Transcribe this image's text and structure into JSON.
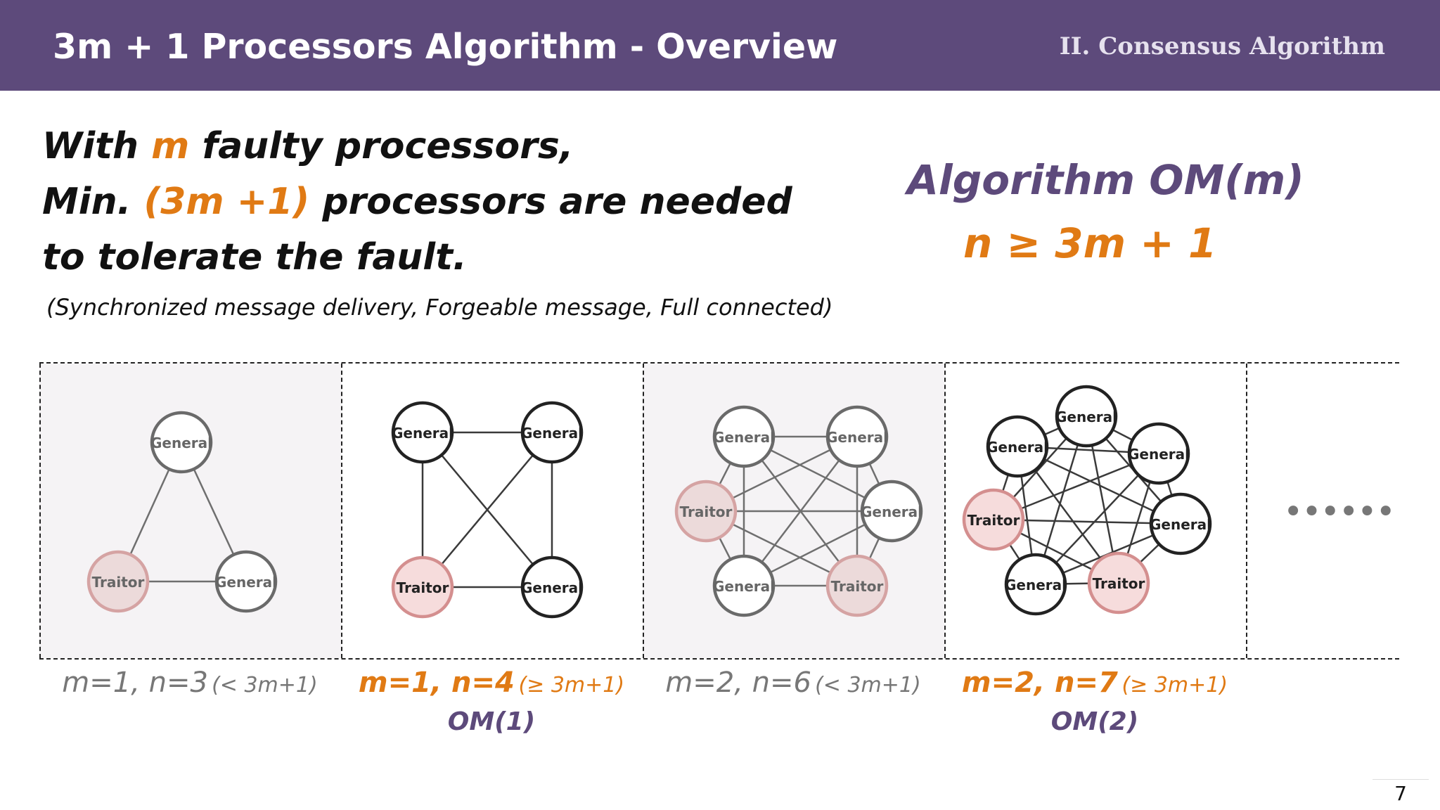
{
  "header": {
    "title": "3m + 1 Processors Algorithm - Overview",
    "section": "II. Consensus Algorithm"
  },
  "intro": {
    "line1_a": "With ",
    "line1_m": "m",
    "line1_b": " faulty processors,",
    "line2_a": "Min. ",
    "line2_formula": "(3m +1)",
    "line2_b": " processors are needed",
    "line3": "to tolerate the fault.",
    "note": "(Synchronized message delivery, Forgeable message, Full connected)"
  },
  "algorithm": {
    "name": "Algorithm OM(m)",
    "condition": "n ≥ 3m + 1"
  },
  "panels": [
    {
      "caption": "m=1, n=3",
      "sub": "(< 3m+1)",
      "highlight": false,
      "om": "",
      "nodes": [
        "General",
        "Traitor",
        "General"
      ]
    },
    {
      "caption": "m=1, n=4",
      "sub": "(≥ 3m+1)",
      "highlight": true,
      "om": "OM(1)",
      "nodes": [
        "General",
        "General",
        "Traitor",
        "General"
      ]
    },
    {
      "caption": "m=2, n=6",
      "sub": "(< 3m+1)",
      "highlight": false,
      "om": "",
      "nodes": [
        "General",
        "General",
        "Traitor",
        "General",
        "General",
        "Traitor"
      ]
    },
    {
      "caption": "m=2, n=7",
      "sub": "(≥ 3m+1)",
      "highlight": true,
      "om": "OM(2)",
      "nodes": [
        "General",
        "General",
        "General",
        "Traitor",
        "General",
        "General",
        "Traitor"
      ]
    }
  ],
  "ellipsis": "••••••",
  "page_number": "7"
}
